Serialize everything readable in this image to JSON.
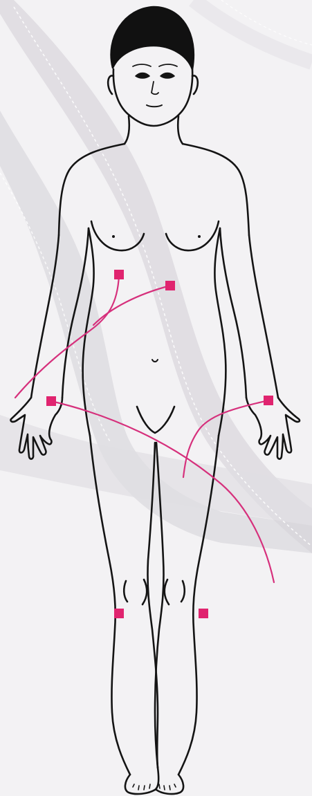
{
  "colors": {
    "background": "#f3f2f4",
    "band_fill": "#dcdadd",
    "band_highlight": "#ffffff",
    "outline": "#141414",
    "hair": "#111111",
    "electrode": "#e0246f",
    "wire": "#d6307c"
  },
  "figure": {
    "icon": "human-body-outline-icon"
  },
  "electrodes": [
    {
      "name": "electrode-chest-right",
      "icon": "electrode-square-icon"
    },
    {
      "name": "electrode-chest-left",
      "icon": "electrode-square-icon"
    },
    {
      "name": "electrode-wrist-right",
      "icon": "electrode-square-icon"
    },
    {
      "name": "electrode-wrist-left",
      "icon": "electrode-square-icon"
    },
    {
      "name": "electrode-knee-right",
      "icon": "electrode-square-icon"
    },
    {
      "name": "electrode-knee-left",
      "icon": "electrode-square-icon"
    }
  ]
}
